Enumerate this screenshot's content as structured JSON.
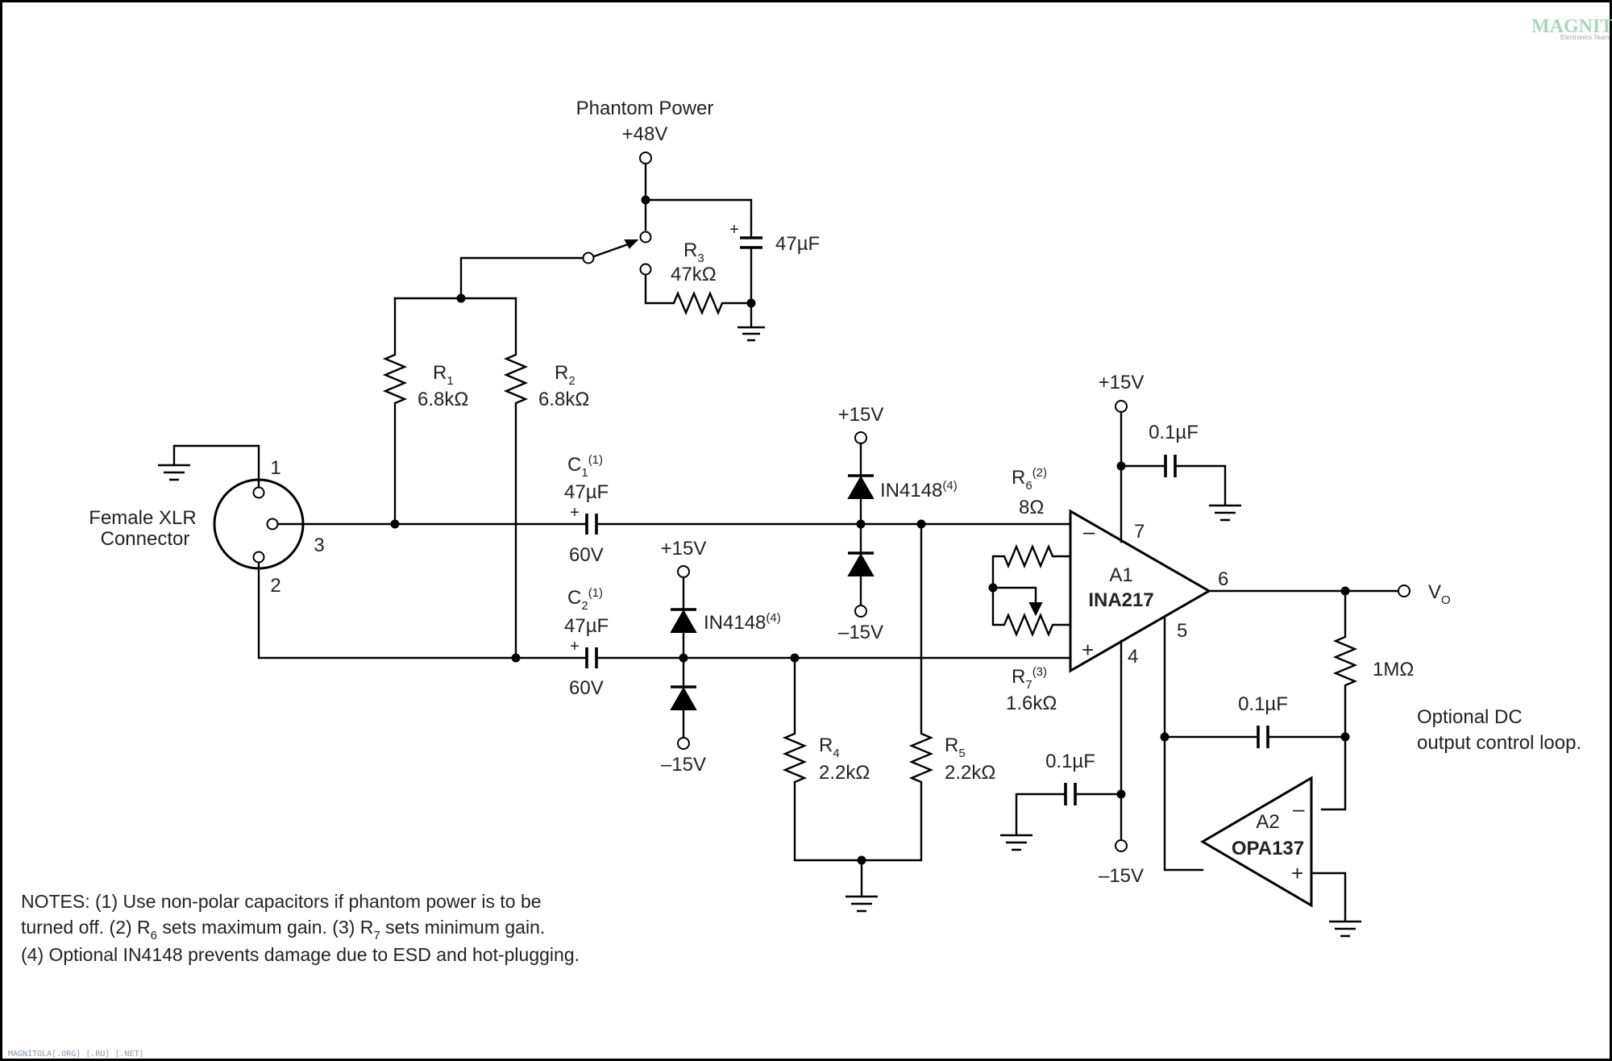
{
  "phantom": {
    "title": "Phantom Power",
    "voltage": "+48V",
    "cap_value": "47µF",
    "cap_pol": "+"
  },
  "r3": {
    "name": "R",
    "sub": "3",
    "value": "47kΩ"
  },
  "r1": {
    "name": "R",
    "sub": "1",
    "value": "6.8kΩ"
  },
  "r2": {
    "name": "R",
    "sub": "2",
    "value": "6.8kΩ"
  },
  "xlr": {
    "label1": "Female XLR",
    "label2": "Connector",
    "pin1": "1",
    "pin2": "2",
    "pin3": "3"
  },
  "c1": {
    "name": "C",
    "sub": "1",
    "sup": "(1)",
    "value": "47µF",
    "voltage": "60V",
    "pol": "+"
  },
  "c2": {
    "name": "C",
    "sub": "2",
    "sup": "(1)",
    "value": "47µF",
    "voltage": "60V",
    "pol": "+"
  },
  "d_top": {
    "label": "IN4148",
    "sup": "(4)",
    "vpos": "+15V",
    "vneg": "–15V"
  },
  "d_bot": {
    "label": "IN4148",
    "sup": "(4)",
    "vpos": "+15V",
    "vneg": "–15V"
  },
  "r4": {
    "name": "R",
    "sub": "4",
    "value": "2.2kΩ"
  },
  "r5": {
    "name": "R",
    "sub": "5",
    "value": "2.2kΩ"
  },
  "r6": {
    "name": "R",
    "sub": "6",
    "sup": "(2)",
    "value": "8Ω"
  },
  "r7": {
    "name": "R",
    "sub": "7",
    "sup": "(3)",
    "value": "1.6kΩ"
  },
  "a1": {
    "ref": "A1",
    "part": "INA217",
    "minus": "–",
    "plus": "+",
    "pin7": "7",
    "pin6": "6",
    "pin5": "5",
    "pin4": "4",
    "vpos": "+15V",
    "vneg": "–15V",
    "cap_top": "0.1µF",
    "cap_bot": "0.1µF"
  },
  "output": {
    "name": "V",
    "sub": "O"
  },
  "loop": {
    "res": "1MΩ",
    "cap": "0.1µF",
    "label1": "Optional DC",
    "label2": "output control loop."
  },
  "a2": {
    "ref": "A2",
    "part": "OPA137",
    "minus": "–",
    "plus": "+"
  },
  "notes": {
    "line1": "NOTES: (1) Use non-polar capacitors if phantom power is to be",
    "line2a": "turned off. (2) R",
    "line2sub1": "6",
    "line2b": " sets maximum gain. (3) R",
    "line2sub2": "7",
    "line2c": " sets minimum gain.",
    "line3": "(4) Optional IN4148 prevents damage due to ESD and hot-plugging."
  },
  "watermark": {
    "logo": "MAGNITOLA",
    "logo_sub": "Electronics Team",
    "footer": "MAGNITOLA[.ORG] [.RU] [.NET]"
  }
}
